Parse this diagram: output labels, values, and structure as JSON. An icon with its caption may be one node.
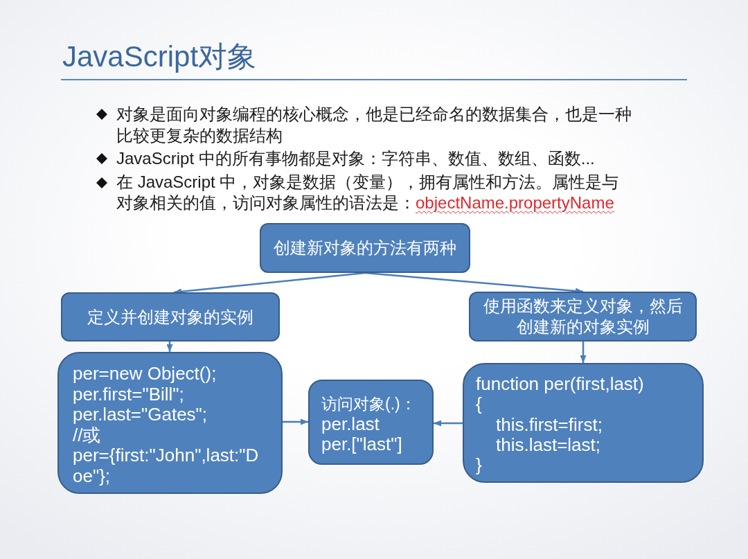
{
  "diagram": {
    "title": "JavaScript对象",
    "nodes": [
      {
        "text": [
          "创建新对象的方法有两种"
        ]
      },
      {
        "text": [
          "定义并创建对象的实例"
        ]
      },
      {
        "text": [
          "使用函数来定义对象，然后创建新的对象实例"
        ]
      },
      {
        "text": [
          "per=new Object();",
          "per.first=\"Bill\";",
          "per.last=\"Gates\";",
          "//或",
          "per={first:\"John\",last:\"Doe\"};"
        ]
      },
      {
        "text": [
          "访问对象(.)：",
          "per.last",
          "per.[\"last\"]"
        ]
      },
      {
        "text": [
          "function per(first,last)",
          "{",
          "this.first=first;",
          "this.last=last;",
          "}"
        ]
      }
    ],
    "edges": [
      {
        "from": 0,
        "to": 1,
        "arrow": "to"
      },
      {
        "from": 0,
        "to": 2,
        "arrow": "to"
      },
      {
        "from": 1,
        "to": 3,
        "arrow": "to"
      },
      {
        "from": 2,
        "to": 5,
        "arrow": "to"
      },
      {
        "from": 3,
        "to": 4,
        "arrow": "to"
      },
      {
        "from": 5,
        "to": 4,
        "arrow": "to"
      }
    ],
    "labels": [
      "对象是面向对象编程的核心概念，他是已经命名的数据集合，也是一种比较更复杂的数据结构",
      "JavaScript 中的所有事物都是对象：字符串、数值、数组、函数...",
      "在 JavaScript 中，对象是数据（变量），拥有属性和方法。属性是与对象相关的值，访问对象属性的语法是：",
      "objectName.propertyName"
    ]
  }
}
